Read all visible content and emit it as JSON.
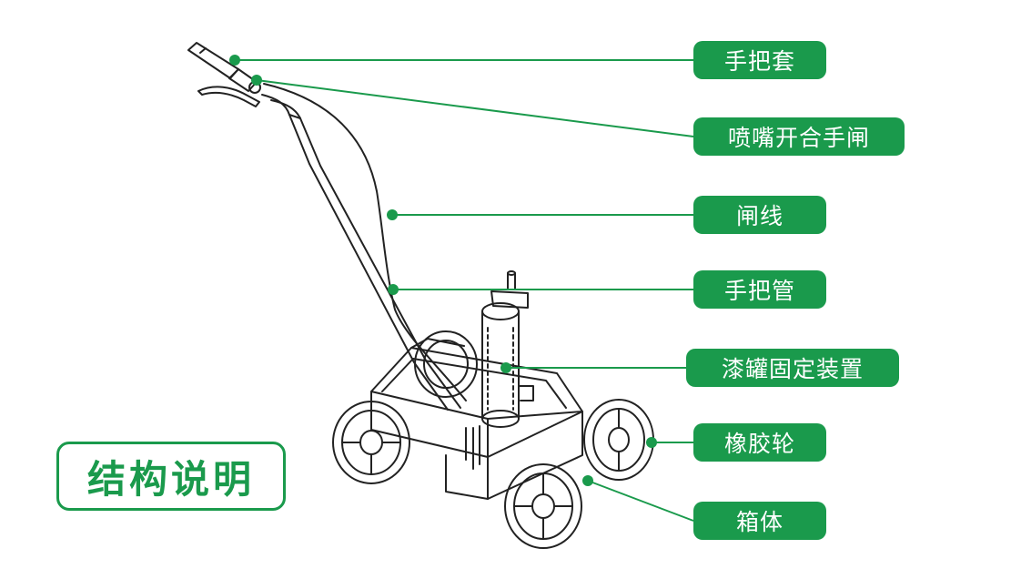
{
  "title": "结构说明",
  "accent_color": "#1a9a4c",
  "labels": {
    "grip_sleeve": "手把套",
    "nozzle_lever": "喷嘴开合手闸",
    "brake_cable": "闸线",
    "handle_tube": "手把管",
    "can_holder": "漆罐固定装置",
    "rubber_wheel": "橡胶轮",
    "box_body": "箱体"
  }
}
